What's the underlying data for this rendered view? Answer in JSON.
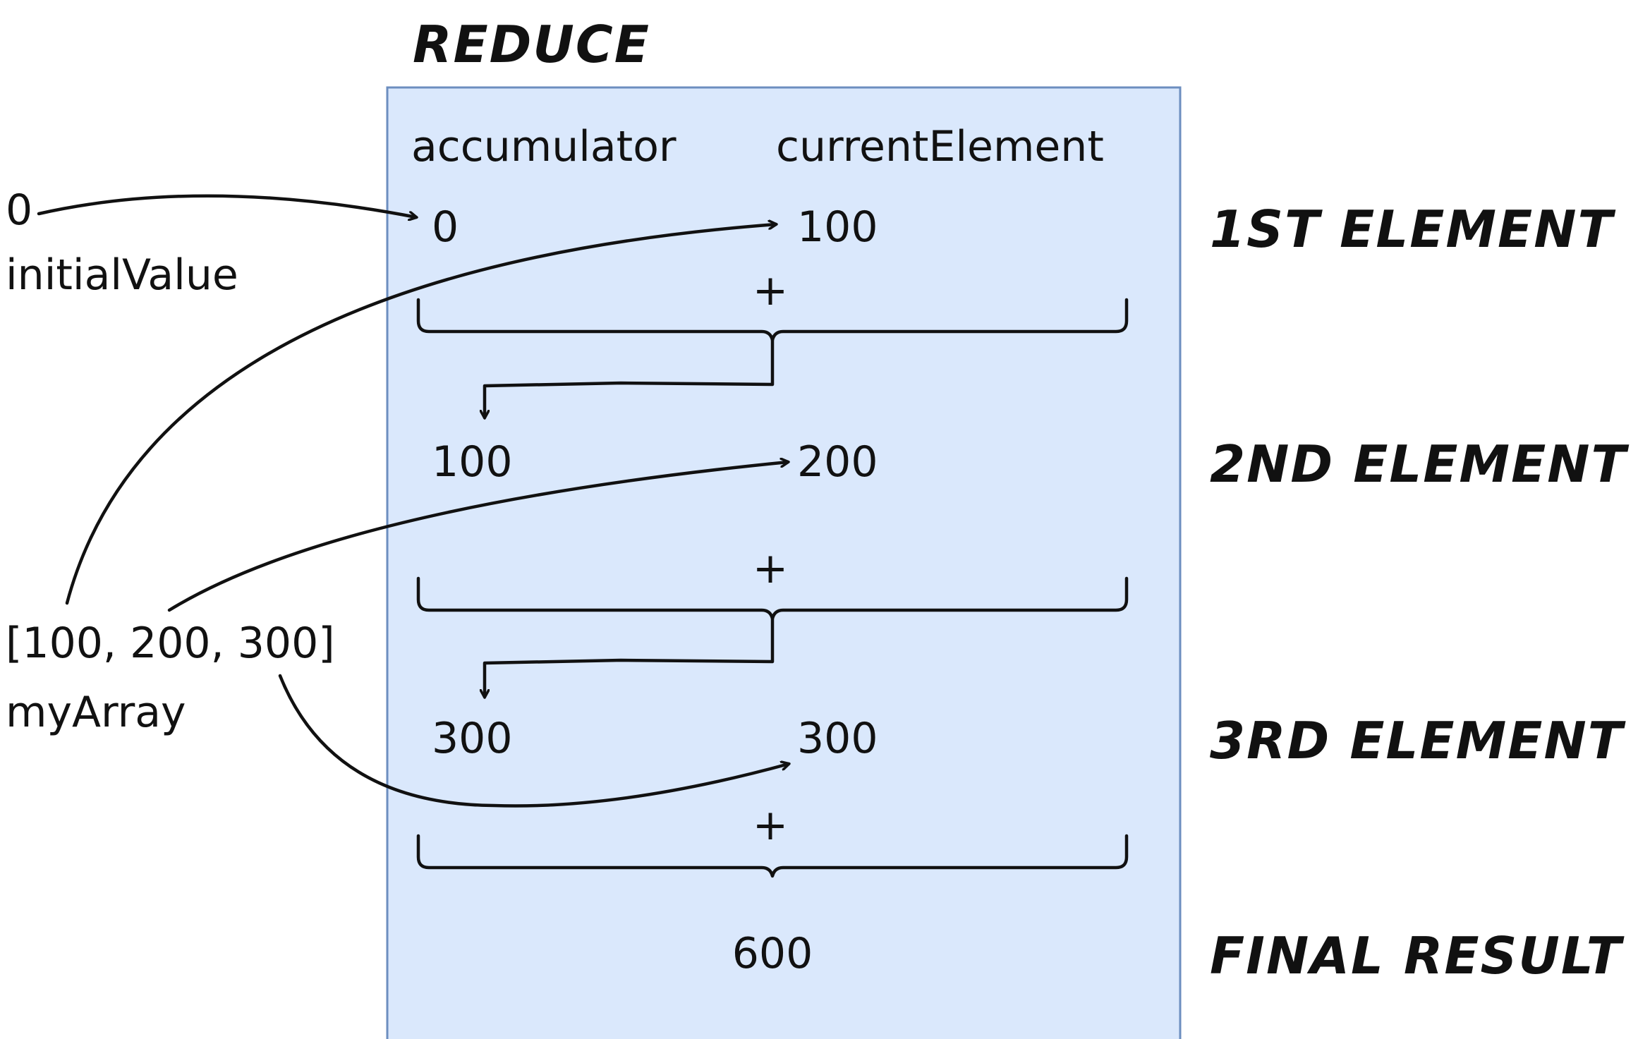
{
  "title": "REDUCE",
  "box": {
    "fill": "#dae8fc",
    "border": "#6c8ebf"
  },
  "columns": {
    "left": "accumulator",
    "right": "currentElement"
  },
  "inputs": {
    "initial_value": "0",
    "initial_label": "initialValue",
    "array_value": "[100, 200, 300]",
    "array_label": "myArray"
  },
  "steps": [
    {
      "accumulator": "0",
      "current": "100",
      "operator": "+",
      "label": "1ST ELEMENT"
    },
    {
      "accumulator": "100",
      "current": "200",
      "operator": "+",
      "label": "2ND ELEMENT"
    },
    {
      "accumulator": "300",
      "current": "300",
      "operator": "+",
      "label": "3RD ELEMENT"
    }
  ],
  "final": {
    "value": "600",
    "label": "FINAL RESULT"
  }
}
